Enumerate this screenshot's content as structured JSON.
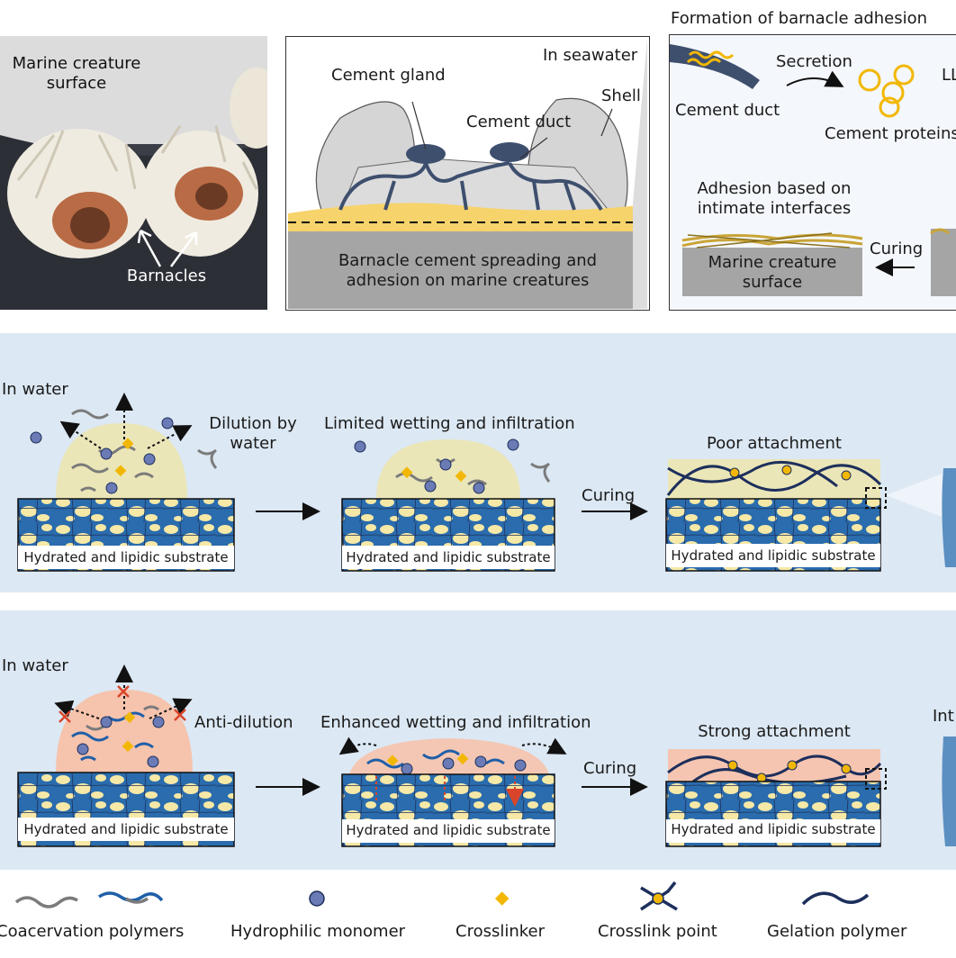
{
  "photo": {
    "surface_label_1": "Marine creature",
    "surface_label_2": "surface",
    "barnacles_label": "Barnacles"
  },
  "cement_panel": {
    "seawater_label": "In seawater",
    "gland_label": "Cement gland",
    "duct_label": "Cement duct",
    "shell_label": "Shell",
    "caption_1": "Barnacle cement spreading and",
    "caption_2": "adhesion on marine creatures"
  },
  "formation_panel": {
    "title": "Formation of barnacle adhesion",
    "duct_label": "Cement duct",
    "secretion_label": "Secretion",
    "proteins_label": "Cement proteins",
    "cut_label": "LL",
    "adhesion_label_1": "Adhesion based on",
    "adhesion_label_2": "intimate interfaces",
    "curing_label": "Curing",
    "surface_label_1": "Marine creature",
    "surface_label_2": "surface"
  },
  "row_conventional": {
    "in_water": "In water",
    "dilution_1": "Dilution by",
    "dilution_2": "water",
    "limited": "Limited wetting and infiltration",
    "curing": "Curing",
    "result": "Poor attachment",
    "substrate": "Hydrated and lipidic substrate"
  },
  "row_coacervate": {
    "in_water": "In water",
    "anti_dilution": "Anti-dilution",
    "enhanced": "Enhanced wetting and infiltration",
    "curing": "Curing",
    "result": "Strong attachment",
    "cut_label": "Int",
    "substrate": "Hydrated and lipidic substrate"
  },
  "legend": {
    "coacervation": "Coacervation polymers",
    "monomer": "Hydrophilic monomer",
    "crosslinker": "Crosslinker",
    "crosslink_point": "Crosslink point",
    "gelation": "Gelation polymer"
  },
  "colors": {
    "panel_blue": "#dce8f3",
    "substrate_blue": "#2a6cad",
    "substrate_yellow": "#f6e8a6",
    "droplet_yellow": "#ebe6b8",
    "coacervate_pink": "#f6c3ad",
    "network_navy": "#1d2f5c",
    "crosslinker_gold": "#f2b705",
    "monomer_blue": "#6b7bb5",
    "arrow_red": "#d9452b",
    "grey_polymer": "#7b7b7b"
  }
}
